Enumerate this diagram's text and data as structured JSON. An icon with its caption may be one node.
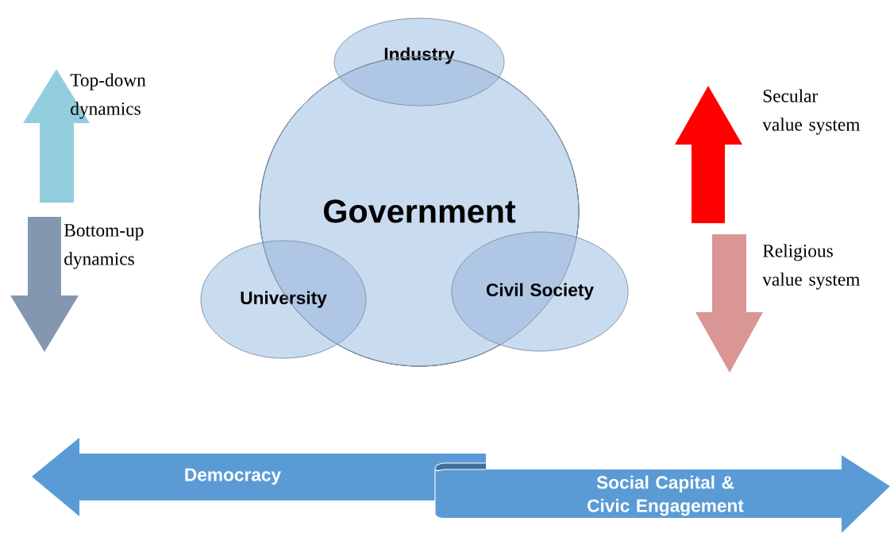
{
  "diagram": {
    "nodes": [
      {
        "text": [
          "Government"
        ]
      },
      {
        "text": [
          "Industry"
        ]
      },
      {
        "text": [
          "University"
        ]
      },
      {
        "text": [
          "Civil Society"
        ]
      },
      {
        "text": [],
        "shape": "arrow",
        "beside": [
          "Top-down dynamics"
        ]
      },
      {
        "text": [],
        "shape": "arrow",
        "beside": [
          "Bottom-up dynamics"
        ]
      },
      {
        "text": [],
        "shape": "arrow",
        "beside": [
          "Secular value system"
        ]
      },
      {
        "text": [],
        "shape": "arrow",
        "beside": [
          "Religious value system"
        ]
      },
      {
        "text": [
          "Democracy"
        ]
      },
      {
        "text": [
          "Social Capital & Civic Engagement"
        ]
      }
    ]
  }
}
